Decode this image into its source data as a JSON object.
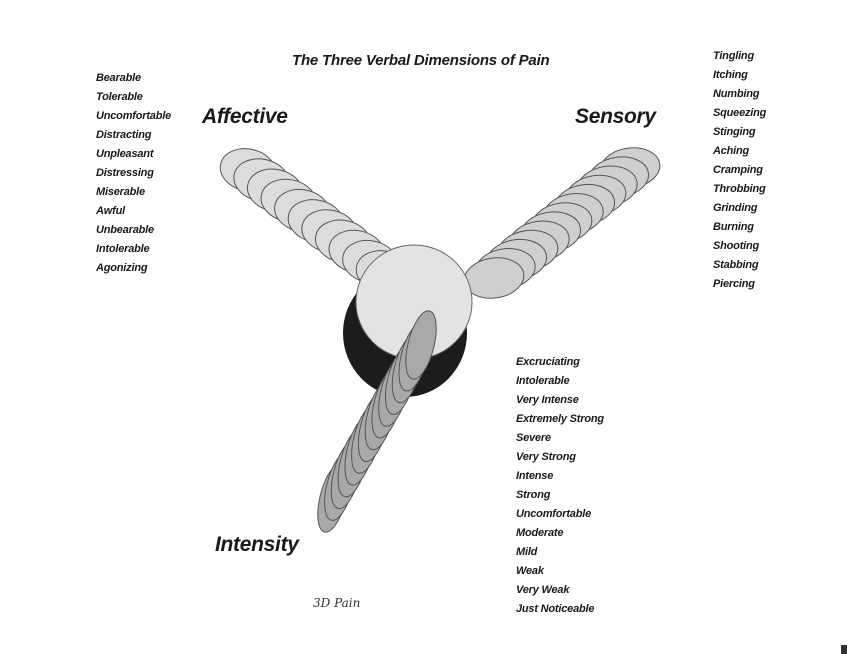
{
  "title": "The Three Verbal Dimensions of Pain",
  "dimensions": {
    "affective": {
      "label": "Affective",
      "fill": "#dcdcdc",
      "count": 11,
      "words": [
        "Bearable",
        "Tolerable",
        "Uncomfortable",
        "Distracting",
        "Unpleasant",
        "Distressing",
        "Miserable",
        "Awful",
        "Unbearable",
        "Intolerable",
        "Agonizing"
      ]
    },
    "sensory": {
      "label": "Sensory",
      "fill": "#cfcfcf",
      "count": 13,
      "words": [
        "Tingling",
        "Itching",
        "Numbing",
        "Squeezing",
        "Stinging",
        "Aching",
        "Cramping",
        "Throbbing",
        "Grinding",
        "Burning",
        "Shooting",
        "Stabbing",
        "Piercing"
      ]
    },
    "intensity": {
      "label": "Intensity",
      "fill": "#a9a9a9",
      "count": 14,
      "words": [
        "Excruciating",
        "Intolerable",
        "Very Intense",
        "Extremely Strong",
        "Severe",
        "Very Strong",
        "Intense",
        "Strong",
        "Uncomfortable",
        "Moderate",
        "Mild",
        "Weak",
        "Very Weak",
        "Just Noticeable"
      ]
    }
  },
  "hub": {
    "fill": "#e3e3e3",
    "shadow": "#1c1c1c"
  },
  "note": "3D Pain"
}
